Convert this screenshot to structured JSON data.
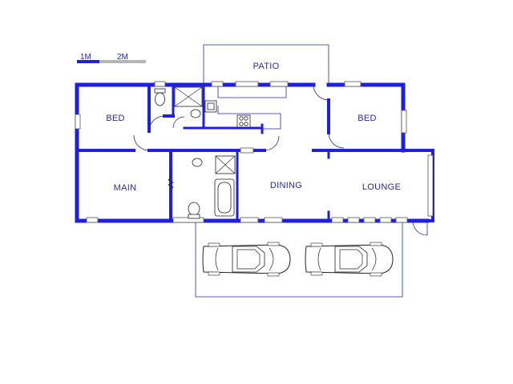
{
  "colors": {
    "wall": "#1f1fe0",
    "thin_line": "#2a2aa8",
    "label": "#2a2a9a",
    "fixture": "#222222",
    "scale_dark": "#1f1fe0",
    "scale_light": "#b5b5b5"
  },
  "scale_bar": {
    "label_1": "1M",
    "label_2": "2M"
  },
  "rooms": {
    "patio": "PATIO",
    "bed_left": "BED",
    "bed_right": "BED",
    "main": "MAIN",
    "dining": "DINING",
    "lounge": "LOUNGE"
  },
  "icons": {
    "car": "car-icon",
    "toilet": "toilet-icon",
    "shower": "shower-icon",
    "bath": "bathtub-icon",
    "basin": "basin-icon",
    "stove": "stove-icon",
    "sink": "kitchen-sink-icon"
  }
}
